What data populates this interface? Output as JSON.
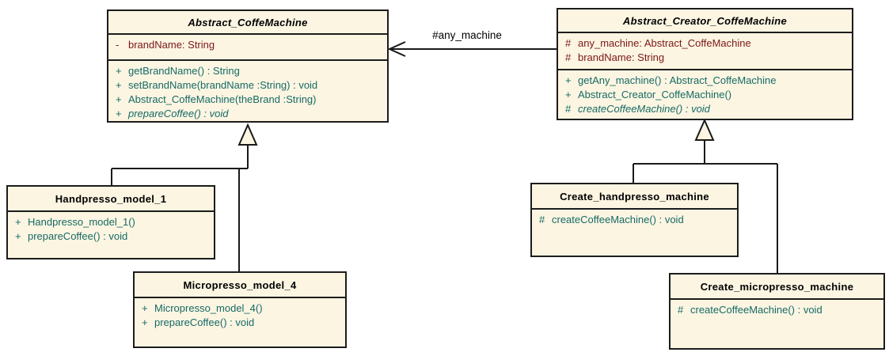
{
  "diagram": {
    "background": "#FFFFFF",
    "association_label": "#any_machine",
    "colors": {
      "box_fill": "#FBF5E2",
      "box_border": "#1C1C1C",
      "attr_color": "#7D1717",
      "method_color": "#176A66",
      "title_color": "#000000",
      "connector_color": "#1A1A1A",
      "label_color": "#000000"
    },
    "relations": [
      {
        "type": "association",
        "label": "#any_machine",
        "from": "Abstract_Creator_CoffeMachine",
        "to": "Abstract_CoffeMachine"
      },
      {
        "type": "generalization",
        "from": "Handpresso_model_1",
        "to": "Abstract_CoffeMachine"
      },
      {
        "type": "generalization",
        "from": "Micropresso_model_4",
        "to": "Abstract_CoffeMachine"
      },
      {
        "type": "generalization",
        "from": "Create_handpresso_machine",
        "to": "Abstract_Creator_CoffeMachine"
      },
      {
        "type": "generalization",
        "from": "Create_micropresso_machine",
        "to": "Abstract_Creator_CoffeMachine"
      }
    ]
  },
  "classes": [
    {
      "name": "Abstract_CoffeMachine",
      "abstract": true,
      "attributes": [
        {
          "visibility": "-",
          "text": "brandName: String"
        }
      ],
      "methods": [
        {
          "visibility": "+",
          "text": "getBrandName() : String"
        },
        {
          "visibility": "+",
          "text": "setBrandName(brandName :String) : void"
        },
        {
          "visibility": "+",
          "text": "Abstract_CoffeMachine(theBrand :String)"
        },
        {
          "visibility": "+",
          "text": "prepareCoffee() : void",
          "abstract": true
        }
      ]
    },
    {
      "name": "Abstract_Creator_CoffeMachine",
      "abstract": true,
      "attributes": [
        {
          "visibility": "#",
          "text": "any_machine: Abstract_CoffeMachine"
        },
        {
          "visibility": "#",
          "text": "brandName: String"
        }
      ],
      "methods": [
        {
          "visibility": "+",
          "text": "getAny_machine() : Abstract_CoffeMachine"
        },
        {
          "visibility": "+",
          "text": "Abstract_Creator_CoffeMachine()"
        },
        {
          "visibility": "#",
          "text": "createCoffeeMachine() : void",
          "abstract": true
        }
      ]
    },
    {
      "name": "Handpresso_model_1",
      "abstract": false,
      "attributes": [],
      "methods": [
        {
          "visibility": "+",
          "text": "Handpresso_model_1()"
        },
        {
          "visibility": "+",
          "text": "prepareCoffee() : void"
        }
      ]
    },
    {
      "name": "Micropresso_model_4",
      "abstract": false,
      "attributes": [],
      "methods": [
        {
          "visibility": "+",
          "text": "Micropresso_model_4()"
        },
        {
          "visibility": "+",
          "text": "prepareCoffee() : void"
        }
      ]
    },
    {
      "name": "Create_handpresso_machine",
      "abstract": false,
      "attributes": [],
      "methods": [
        {
          "visibility": "#",
          "text": "createCoffeeMachine() : void"
        }
      ]
    },
    {
      "name": "Create_micropresso_machine",
      "abstract": false,
      "attributes": [],
      "methods": [
        {
          "visibility": "#",
          "text": "createCoffeeMachine() : void"
        }
      ]
    }
  ]
}
